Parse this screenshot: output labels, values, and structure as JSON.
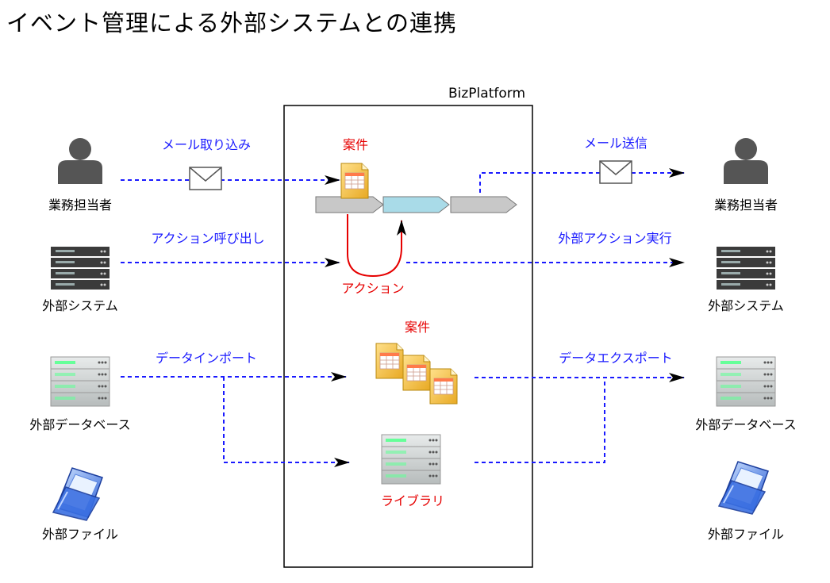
{
  "title": "イベント管理による外部システムとの連携",
  "platform": {
    "label": "BizPlatform",
    "case_label_top": "案件",
    "action_label": "アクション",
    "case_label_mid": "案件",
    "library_label": "ライブラリ"
  },
  "left_actors": [
    {
      "label": "業務担当者",
      "icon": "person-icon"
    },
    {
      "label": "外部システム",
      "icon": "server-rack-icon"
    },
    {
      "label": "外部データベース",
      "icon": "database-server-icon"
    },
    {
      "label": "外部ファイル",
      "icon": "folder-icon"
    }
  ],
  "right_actors": [
    {
      "label": "業務担当者",
      "icon": "person-icon"
    },
    {
      "label": "外部システム",
      "icon": "server-rack-icon"
    },
    {
      "label": "外部データベース",
      "icon": "database-server-icon"
    },
    {
      "label": "外部ファイル",
      "icon": "folder-icon"
    }
  ],
  "flows": {
    "mail_import": "メール取り込み",
    "action_call": "アクション呼び出し",
    "data_import": "データインポート",
    "mail_send": "メール送信",
    "external_action": "外部アクション実行",
    "data_export": "データエクスポート"
  },
  "colors": {
    "flow_blue": "#1a1aff",
    "action_red": "#e60000",
    "step_gray": "#c8c8c8",
    "step_active": "#a9dbe8",
    "document_yellow": "#f5c542",
    "server_dark": "#4a4a4a",
    "server_light": "#cfd3d3"
  }
}
